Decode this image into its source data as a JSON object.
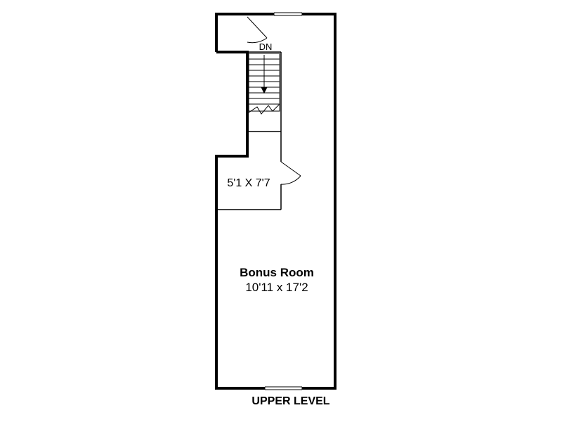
{
  "floor_plan": {
    "level_label": "UPPER LEVEL",
    "stair_label": "DN",
    "rooms": [
      {
        "name": "",
        "dimensions": "5'1 X 7'7"
      },
      {
        "name": "Bonus Room",
        "dimensions": "10'11 x 17'2"
      }
    ]
  }
}
